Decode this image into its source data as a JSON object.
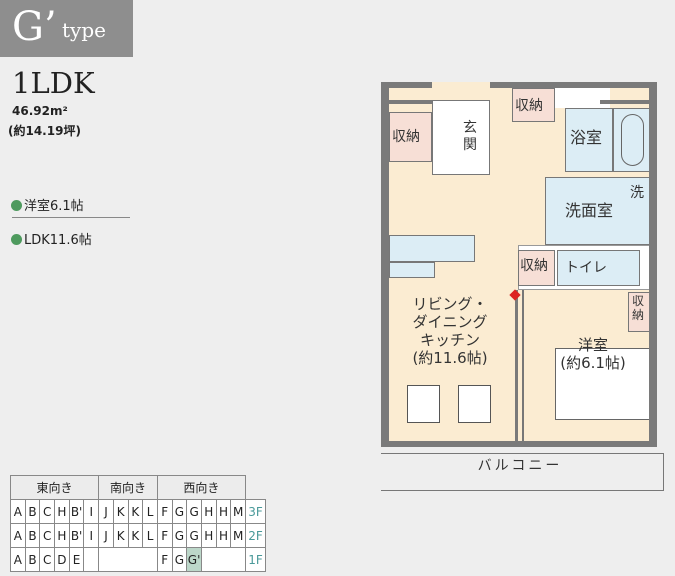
{
  "header": {
    "type_letter": "G’",
    "type_word": "type"
  },
  "unit": {
    "layout": "1LDK",
    "area": "46.92m²",
    "tsubo": "(約14.19坪)"
  },
  "rooms_summary": [
    {
      "label": "洋室6.1帖"
    },
    {
      "label": "LDK11.6帖"
    }
  ],
  "plan": {
    "storage": "収納",
    "entrance": [
      "玄",
      "関"
    ],
    "bath": "浴室",
    "washroom": "洗面室",
    "washer": "洗",
    "toilet": "トイレ",
    "storage_v": [
      "収",
      "納"
    ],
    "ldk": [
      "リビング・",
      "ダイニング",
      "キッチン",
      "(約11.6帖)"
    ],
    "western": [
      "洋室",
      "(約6.1帖)"
    ],
    "balcony": "バルコニー"
  },
  "table": {
    "headers": [
      "東向き",
      "南向き",
      "西向き"
    ],
    "rows": [
      {
        "cells": [
          "A",
          "B",
          "C",
          "H",
          "B'",
          "I",
          "J",
          "K",
          "K",
          "L",
          "F",
          "G",
          "G",
          "H",
          "H",
          "M"
        ],
        "floor": "3F"
      },
      {
        "cells": [
          "A",
          "B",
          "C",
          "H",
          "B'",
          "I",
          "J",
          "K",
          "K",
          "L",
          "F",
          "G",
          "G",
          "H",
          "H",
          "M"
        ],
        "floor": "2F"
      },
      {
        "cells": [
          "A",
          "B",
          "C",
          "D",
          "E",
          "",
          "",
          "F",
          "G",
          "G'",
          ""
        ],
        "floor": "1F"
      }
    ]
  },
  "colors": {
    "header_bg": "#8e8e8e",
    "highlight": "#bcd7c9",
    "dot": "#4e9a5e"
  }
}
